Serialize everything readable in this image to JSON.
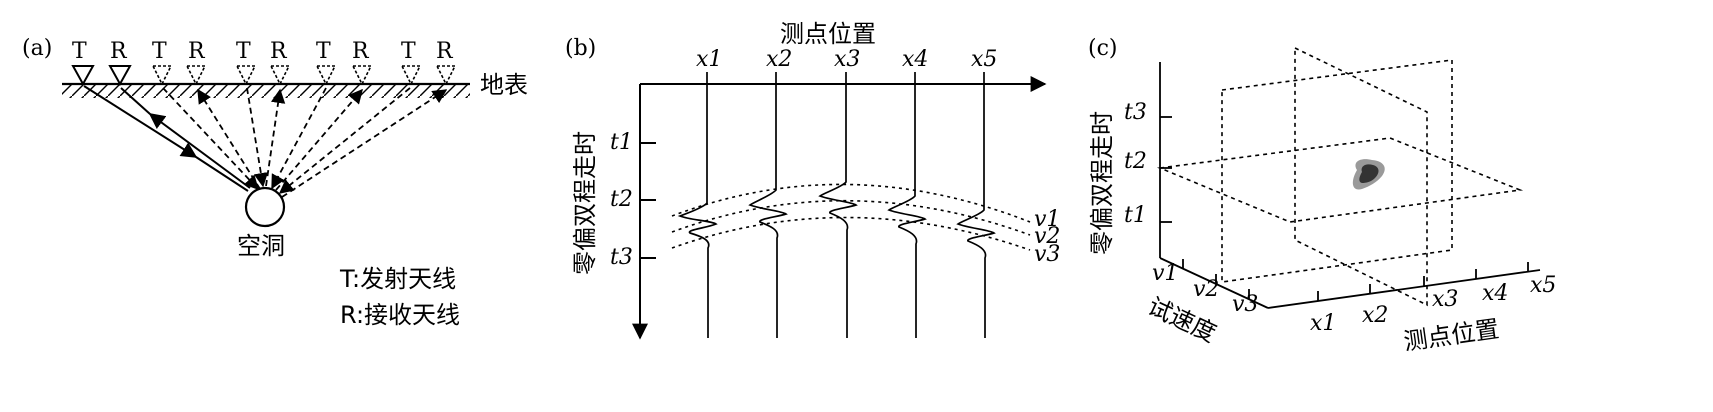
{
  "panel_a": {
    "tag": "(a)",
    "t_label": "T",
    "r_label": "R",
    "ground_label": "地表",
    "cavity_label": "空洞",
    "legend_t": "T:发射天线",
    "legend_r": "R:接收天线"
  },
  "panel_b": {
    "tag": "(b)",
    "x_axis_title": "测点位置",
    "y_axis_title": "零偏双程走时",
    "x_ticks": [
      "x1",
      "x2",
      "x3",
      "x4",
      "x5"
    ],
    "y_ticks": [
      "t1",
      "t2",
      "t3"
    ],
    "velocity_labels": [
      "v1",
      "v2",
      "v3"
    ]
  },
  "panel_c": {
    "tag": "(c)",
    "vertical_axis_title": "零偏双程走时",
    "velocity_axis_title": "试速度",
    "position_axis_title": "测点位置",
    "t_ticks": [
      "t3",
      "t2",
      "t1"
    ],
    "v_ticks": [
      "v1",
      "v2",
      "v3"
    ],
    "x_ticks": [
      "x1",
      "x2",
      "x3",
      "x4",
      "x5"
    ]
  },
  "colors": {
    "ink": "#000000",
    "blob_outer": "#9a9a9a",
    "blob_inner": "#333333"
  }
}
